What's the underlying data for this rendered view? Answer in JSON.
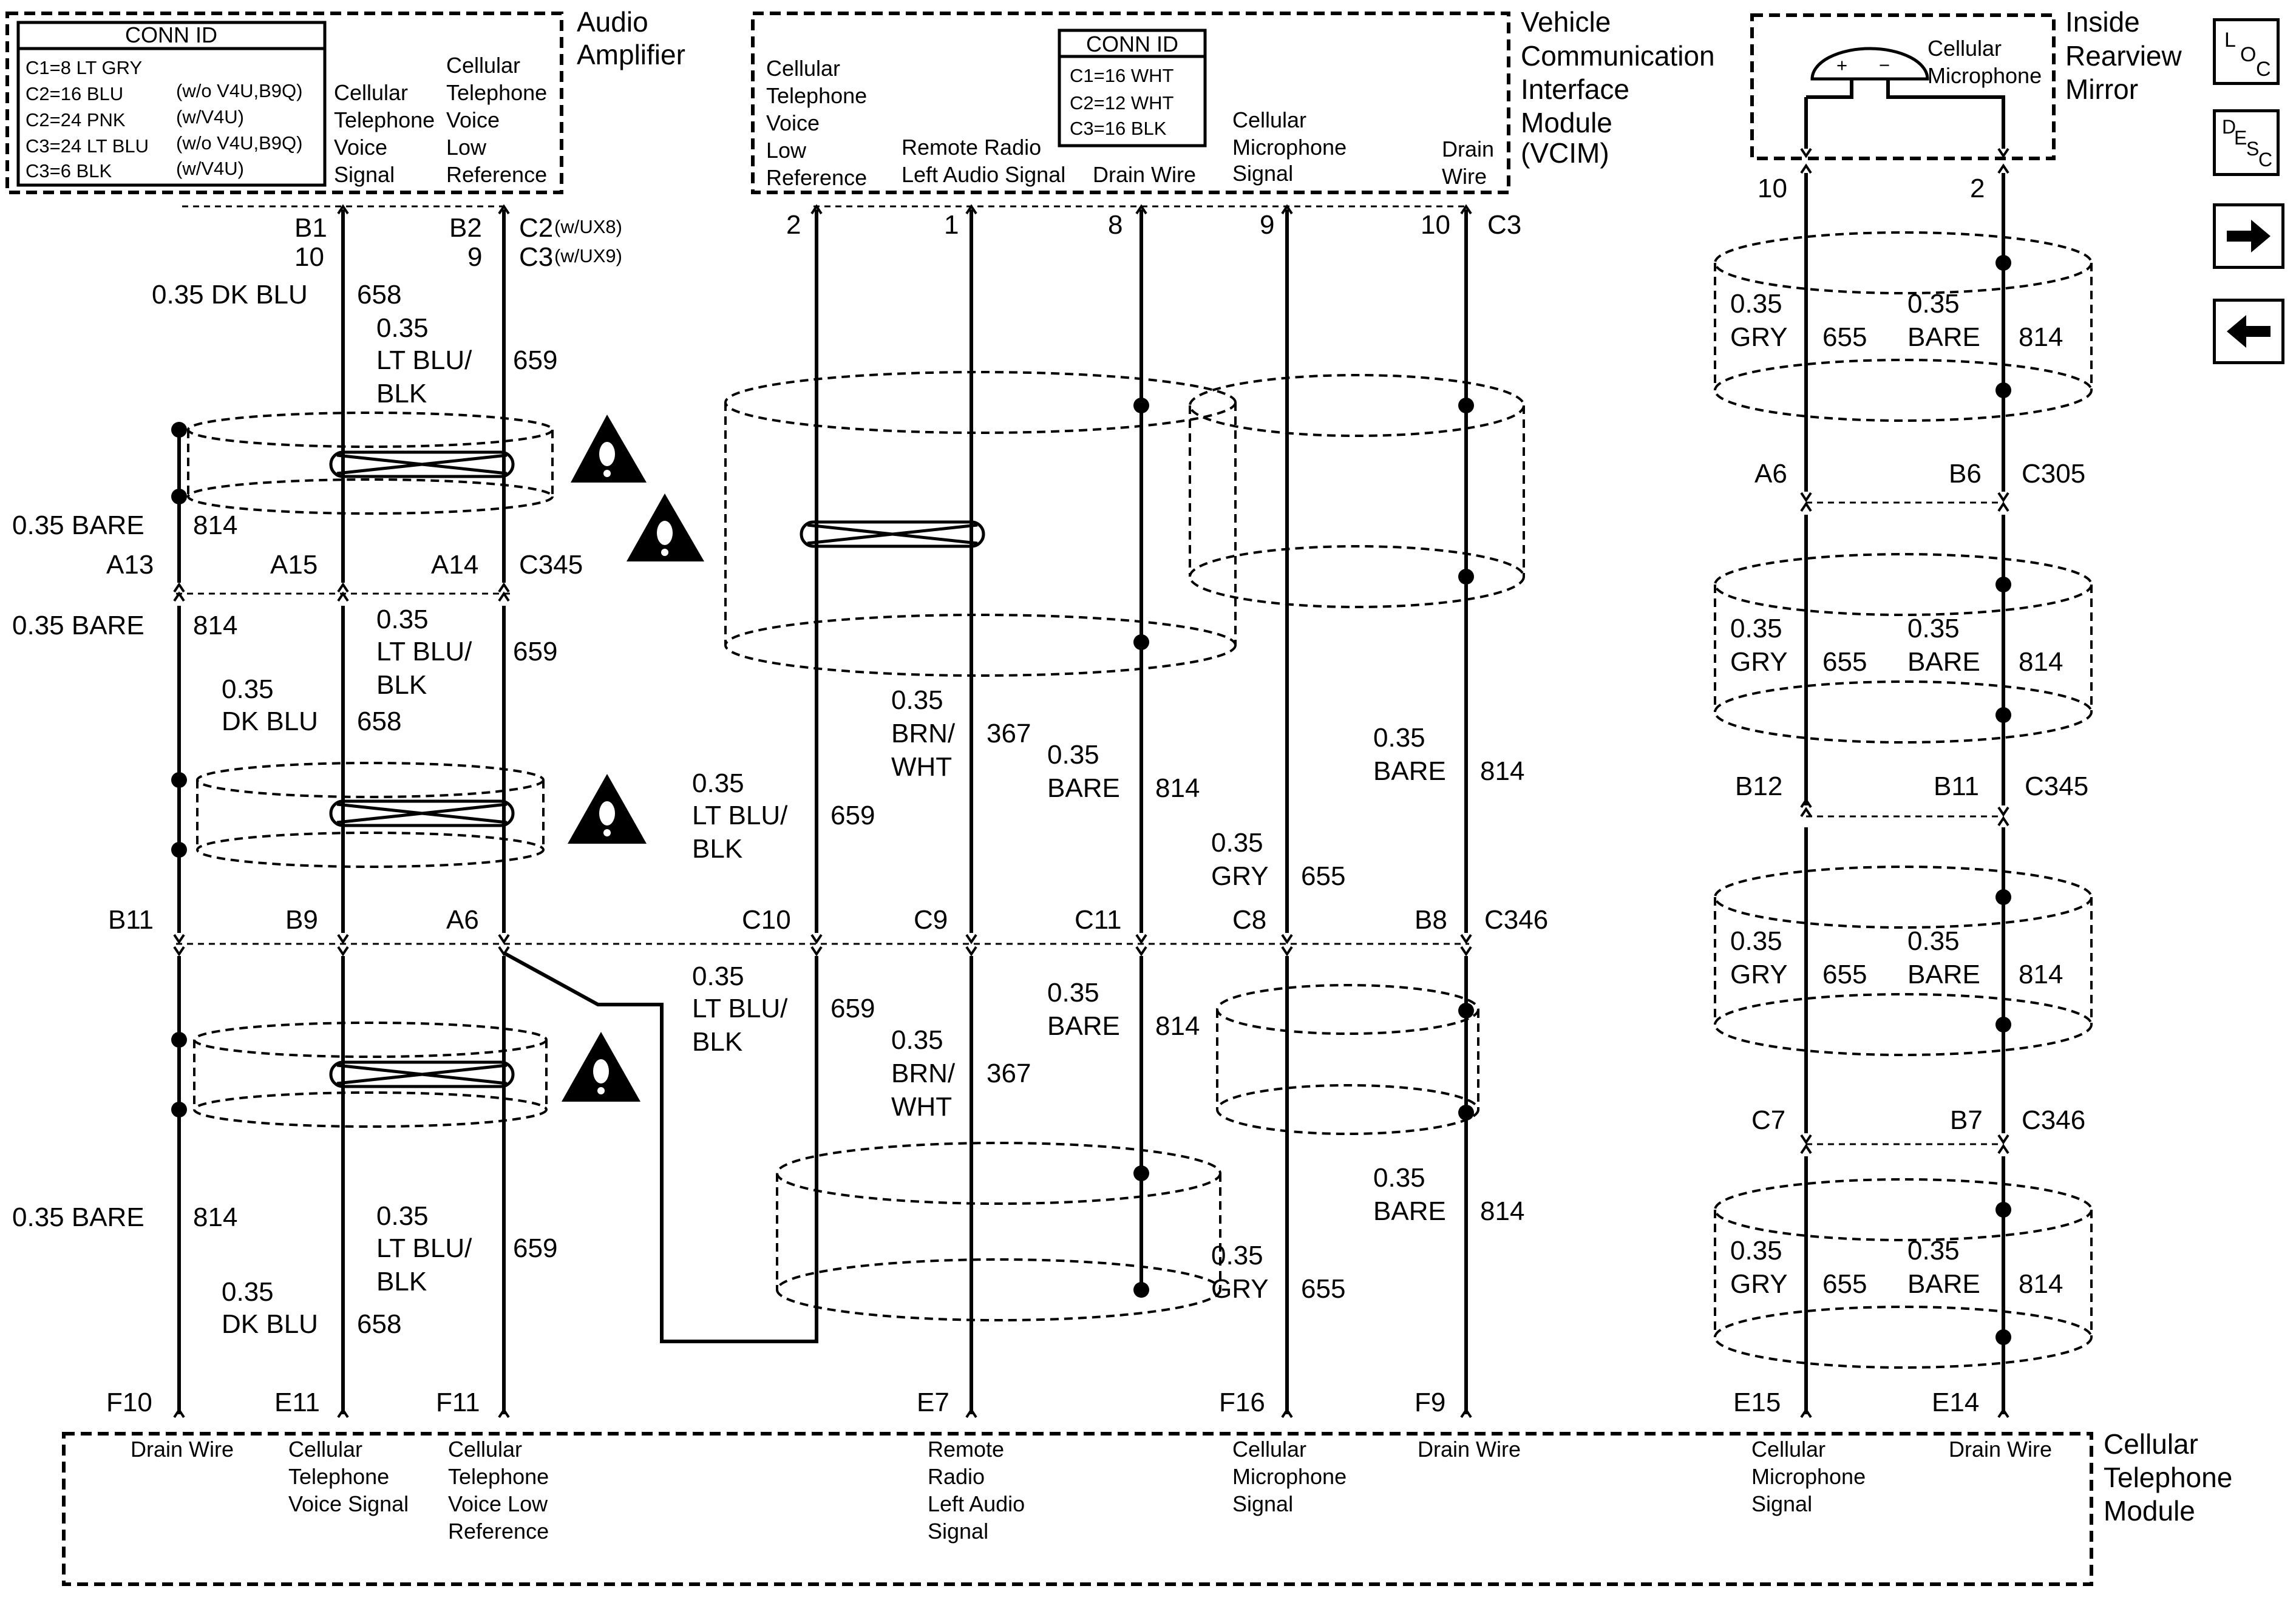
{
  "modules": {
    "audio_amp": {
      "title": [
        "Audio",
        "Amplifier"
      ],
      "pins": [
        [
          "Cellular",
          "Telephone",
          "Voice",
          "Signal"
        ],
        [
          "Cellular",
          "Telephone",
          "Voice",
          "Low",
          "Reference"
        ]
      ]
    },
    "vcim": {
      "title": [
        "Vehicle",
        "Communication",
        "Interface",
        "Module",
        "(VCIM)"
      ],
      "pins": [
        [
          "Cellular",
          "Telephone",
          "Voice",
          "Low",
          "Reference"
        ],
        [
          "Remote Radio",
          "Left Audio Signal"
        ],
        [
          "Drain Wire"
        ],
        [
          "Cellular",
          "Microphone",
          "Signal"
        ],
        [
          "Drain",
          "Wire"
        ]
      ]
    },
    "mirror": {
      "title": [
        "Inside",
        "Rearview",
        "Mirror"
      ],
      "mic": [
        "Cellular",
        "Microphone"
      ],
      "plus": "+",
      "minus": "−"
    },
    "ctm": {
      "title": [
        "Cellular",
        "Telephone",
        "Module"
      ],
      "pins": [
        [
          "Drain Wire"
        ],
        [
          "Cellular",
          "Telephone",
          "Voice Signal"
        ],
        [
          "Cellular",
          "Telephone",
          "Voice Low",
          "Reference"
        ],
        [
          "Remote",
          "Radio",
          "Left Audio",
          "Signal"
        ],
        [
          "Cellular",
          "Microphone",
          "Signal"
        ],
        [
          "Drain Wire"
        ],
        [
          "Cellular",
          "Microphone",
          "Signal"
        ],
        [
          "Drain Wire"
        ]
      ]
    }
  },
  "conn_id_amp": {
    "header": "CONN ID",
    "rows": [
      [
        "C1=8 LT GRY",
        ""
      ],
      [
        "C2=16 BLU",
        "(w/o V4U,B9Q)"
      ],
      [
        "C2=24 PNK",
        "(w/V4U)"
      ],
      [
        "C3=24 LT BLU",
        "(w/o V4U,B9Q)"
      ],
      [
        "C3=6 BLK",
        "(w/V4U)"
      ]
    ]
  },
  "conn_id_vcim": {
    "header": "CONN ID",
    "rows": [
      "C1=16 WHT",
      "C2=12 WHT",
      "C3=16 BLK"
    ]
  },
  "pins": {
    "amp": [
      "B1",
      "10",
      "B2",
      "9",
      "C2",
      "(w/UX8)",
      "C3",
      "(w/UX9)"
    ],
    "vcim": [
      "2",
      "1",
      "8",
      "9",
      "10",
      "C3"
    ],
    "mirror": [
      "10",
      "2"
    ],
    "c345_left": [
      "A13",
      "A15",
      "A14",
      "C345"
    ],
    "c346_left": [
      "B11",
      "B9",
      "A6",
      "C10",
      "C9",
      "C11",
      "C8",
      "B8",
      "C346"
    ],
    "c305": [
      "A6",
      "B6",
      "C305"
    ],
    "c345_right": [
      "B12",
      "B11",
      "C345"
    ],
    "c346_right": [
      "C7",
      "B7",
      "C346"
    ],
    "ctm": [
      "F10",
      "E11",
      "F11",
      "E7",
      "F16",
      "F9",
      "E15",
      "E14"
    ]
  },
  "wires": {
    "dkblu_658_a": [
      "0.35 DK BLU",
      "658"
    ],
    "ltblu_659_a": [
      "0.35",
      "LT BLU/",
      "BLK",
      "659"
    ],
    "bare_814_a": [
      "0.35 BARE",
      "814"
    ],
    "bare_814_b": [
      "0.35 BARE",
      "814"
    ],
    "ltblu_659_b": [
      "0.35",
      "LT BLU/",
      "BLK",
      "659"
    ],
    "dkblu_658_b": [
      "0.35",
      "DK BLU",
      "658"
    ],
    "ltblu_659_c": [
      "0.35",
      "LT BLU/",
      "BLK",
      "659"
    ],
    "brnwht_367_a": [
      "0.35",
      "BRN/",
      "WHT",
      "367"
    ],
    "bare_814_c": [
      "0.35",
      "BARE",
      "814"
    ],
    "bare_814_d": [
      "0.35",
      "BARE",
      "814"
    ],
    "gry_655_a": [
      "0.35",
      "GRY",
      "655"
    ],
    "ltblu_659_d": [
      "0.35",
      "LT BLU/",
      "BLK",
      "659"
    ],
    "brnwht_367_b": [
      "0.35",
      "BRN/",
      "WHT",
      "367"
    ],
    "bare_814_e": [
      "0.35",
      "BARE",
      "814"
    ],
    "bare_814_f": [
      "0.35",
      "BARE",
      "814"
    ],
    "gry_655_b": [
      "0.35",
      "GRY",
      "655"
    ],
    "bare_814_g": [
      "0.35 BARE",
      "814"
    ],
    "ltblu_659_e": [
      "0.35",
      "LT BLU/",
      "BLK",
      "659"
    ],
    "dkblu_658_c": [
      "0.35",
      "DK BLU",
      "658"
    ],
    "right_seg": [
      "0.35",
      "GRY",
      "655",
      "0.35",
      "BARE",
      "814"
    ]
  },
  "nav": {
    "loc": [
      "L",
      "O",
      "C"
    ],
    "desc": [
      "D",
      "E",
      "S",
      "C"
    ],
    "next_icon": "arrow-right-icon",
    "prev_icon": "arrow-left-icon"
  }
}
